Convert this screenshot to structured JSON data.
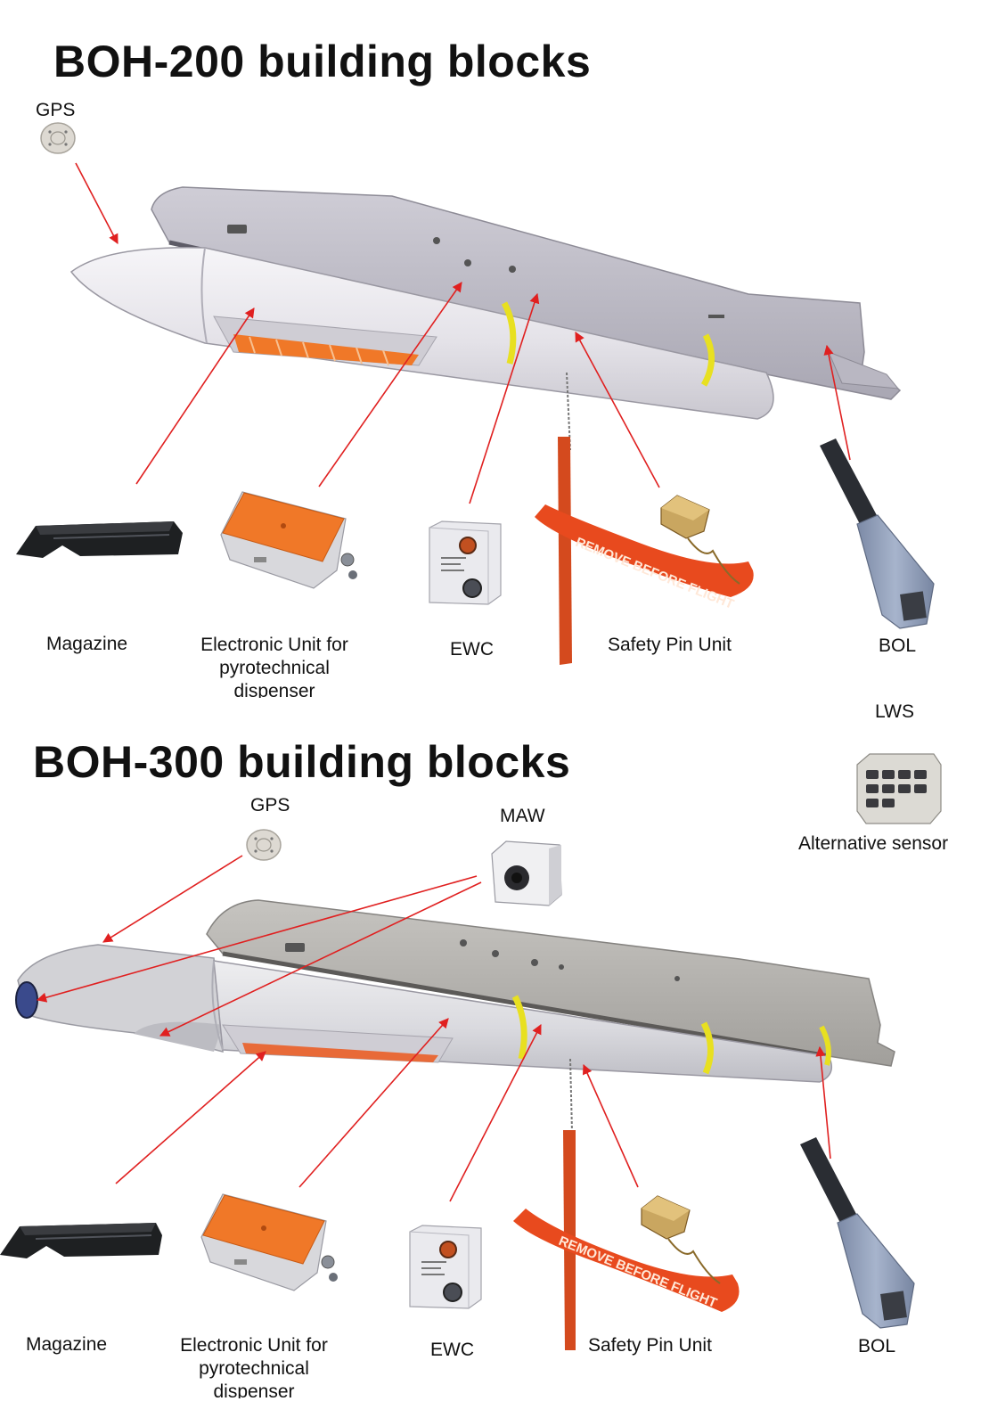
{
  "boh200": {
    "title": "BOH-200 building blocks",
    "labels": {
      "gps": "GPS",
      "magazine": "Magazine",
      "electronic_unit_l1": "Electronic Unit for",
      "electronic_unit_l2": "pyrotechnical",
      "electronic_unit_l3": "dispenser",
      "ewc": "EWC",
      "safety_pin_unit": "Safety Pin Unit",
      "bol": "BOL"
    }
  },
  "boh300": {
    "title": "BOH-300 building blocks",
    "labels": {
      "gps": "GPS",
      "maw": "MAW",
      "lws": "LWS",
      "alternative_sensor": "Alternative sensor",
      "magazine": "Magazine",
      "electronic_unit_l1": "Electronic Unit for",
      "electronic_unit_l2": "pyrotechnical",
      "electronic_unit_l3": "dispenser",
      "ewc": "EWC",
      "safety_pin_unit": "Safety Pin Unit",
      "bol": "BOL"
    }
  },
  "streamer_text": "REMOVE BEFORE FLIGHT",
  "colors": {
    "arrow": "#e02020",
    "pod_body": "#e6e4ea",
    "rail": "#b8b6c2",
    "yellow_band": "#e8e020",
    "orange_panel": "#f07828",
    "streamer": "#e84a1e",
    "bol_body": "#8e9cb6"
  }
}
